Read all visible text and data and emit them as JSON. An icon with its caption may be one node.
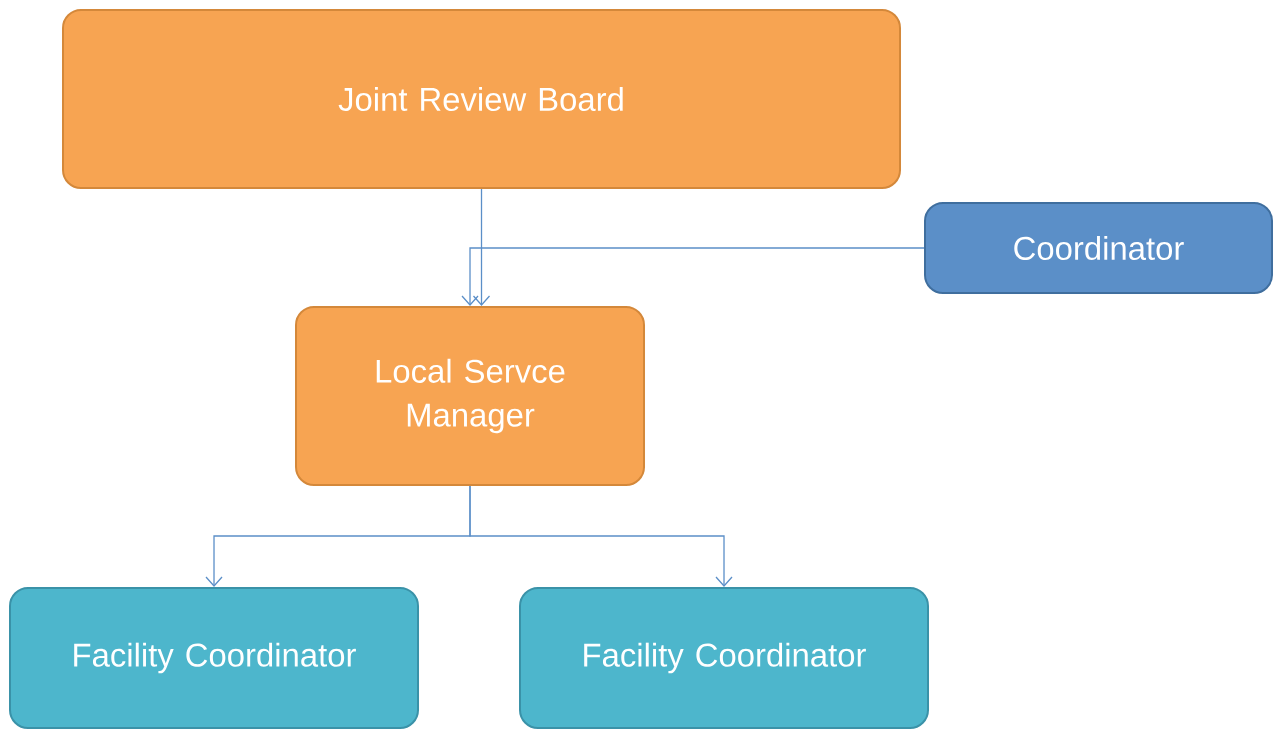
{
  "diagram": {
    "nodes": [
      {
        "text": [
          "Joint Review Board"
        ]
      },
      {
        "text": [
          "Coordinator"
        ]
      },
      {
        "text": [
          "Local Servce Manager"
        ]
      },
      {
        "text": [
          "Facility Coordinator"
        ]
      },
      {
        "text": [
          "Facility Coordinator"
        ]
      }
    ],
    "edges": [
      {
        "from": 0,
        "to": 2,
        "arrow": "to"
      },
      {
        "from": 1,
        "to": 2,
        "arrow": "to"
      },
      {
        "from": 2,
        "to": 3,
        "arrow": "to"
      },
      {
        "from": 2,
        "to": 4,
        "arrow": "to"
      }
    ]
  }
}
